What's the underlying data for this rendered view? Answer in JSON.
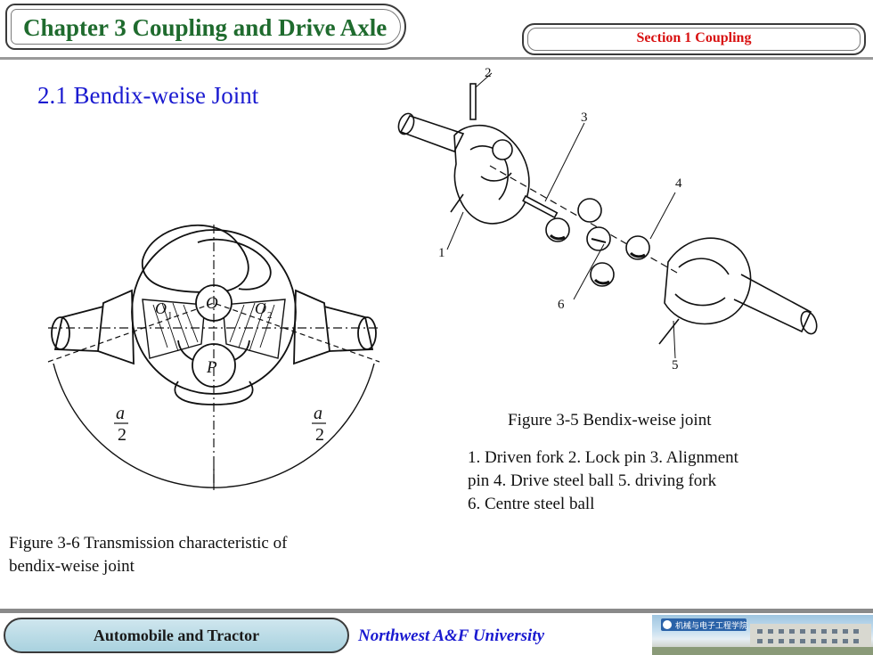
{
  "header": {
    "chapter_title": "Chapter 3 Coupling and Drive Axle",
    "section_title": "Section 1 Coupling"
  },
  "main": {
    "heading": "2.1 Bendix-weise Joint",
    "figure_3_5": {
      "caption": "Figure 3-5 Bendix-weise joint",
      "legend_line1": "1. Driven fork  2. Lock pin  3. Alignment",
      "legend_line2": "pin  4. Drive steel ball  5. driving fork",
      "legend_line3": "6. Centre steel ball",
      "part_labels": [
        "1",
        "2",
        "3",
        "4",
        "5",
        "6"
      ]
    },
    "figure_3_6": {
      "caption_line1": "Figure 3-6 Transmission  characteristic of",
      "caption_line2": "bendix-weise joint",
      "label_o": "O",
      "label_o1": "O",
      "label_o1_sub": "1",
      "label_o2": "O",
      "label_o2_sub": "2",
      "label_p": "P",
      "angle_num": "a",
      "angle_den": "2"
    }
  },
  "footer": {
    "left_label": "Automobile and Tractor",
    "center_label": "Northwest  A&F  University",
    "logo_text": "机械与电子工程学院"
  }
}
